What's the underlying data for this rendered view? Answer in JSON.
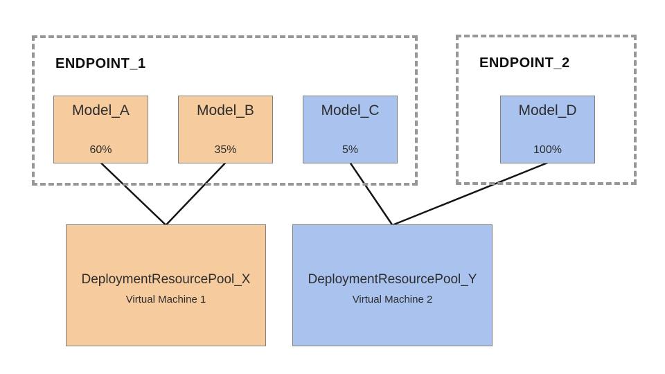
{
  "endpoints": [
    {
      "id": "endpoint_1",
      "label": "ENDPOINT_1"
    },
    {
      "id": "endpoint_2",
      "label": "ENDPOINT_2"
    }
  ],
  "models": [
    {
      "id": "model_a",
      "name": "Model_A",
      "traffic": "60%",
      "color": "orange",
      "endpoint": "endpoint_1"
    },
    {
      "id": "model_b",
      "name": "Model_B",
      "traffic": "35%",
      "color": "orange",
      "endpoint": "endpoint_1"
    },
    {
      "id": "model_c",
      "name": "Model_C",
      "traffic": "5%",
      "color": "blue",
      "endpoint": "endpoint_1"
    },
    {
      "id": "model_d",
      "name": "Model_D",
      "traffic": "100%",
      "color": "blue",
      "endpoint": "endpoint_2"
    }
  ],
  "pools": [
    {
      "id": "pool_x",
      "name": "DeploymentResourcePool_X",
      "machine": "Virtual Machine 1",
      "color": "orange"
    },
    {
      "id": "pool_y",
      "name": "DeploymentResourcePool_Y",
      "machine": "Virtual Machine 2",
      "color": "blue"
    }
  ],
  "connections": [
    {
      "from": "model_a",
      "to": "pool_x"
    },
    {
      "from": "model_b",
      "to": "pool_x"
    },
    {
      "from": "model_c",
      "to": "pool_y"
    },
    {
      "from": "model_d",
      "to": "pool_y"
    }
  ],
  "colors": {
    "orange_fill": "#f6cb9e",
    "blue_fill": "#a9c3ee",
    "box_border": "#7f7f7f",
    "endpoint_border": "#979797",
    "line": "#141414",
    "text": "#2d2d2d"
  }
}
